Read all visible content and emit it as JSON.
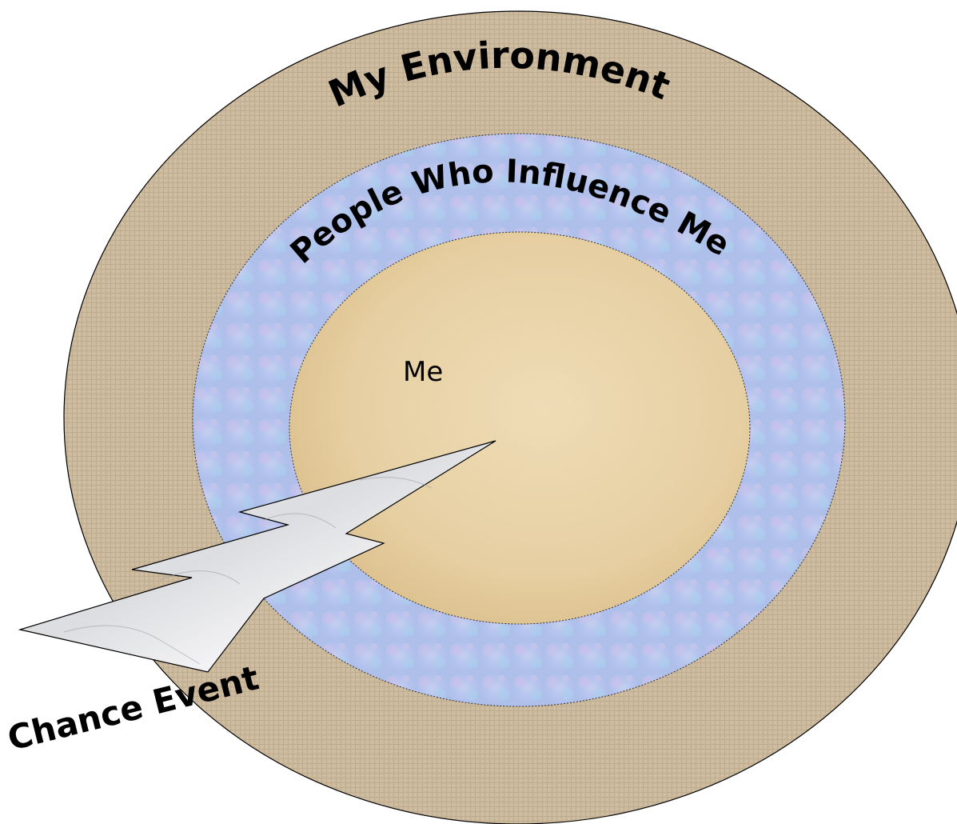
{
  "labels": {
    "environment": "My Environment",
    "people": "People Who Influence Me",
    "me": "Me",
    "chance": "Chance Event"
  },
  "colors": {
    "environment_fill": "#cdbb9f",
    "people_fill": "#b4c4ee",
    "me_fill": "#e8d3a8",
    "chance_fill": "#e6e7ea",
    "outline": "#000000"
  }
}
